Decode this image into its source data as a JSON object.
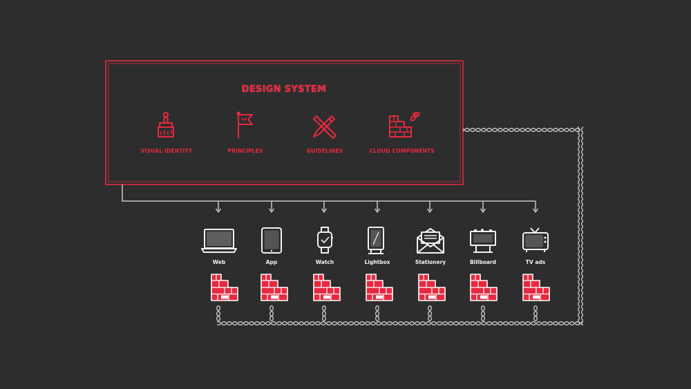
{
  "design_system": {
    "title": "DESIGN SYSTEM",
    "pillars": [
      {
        "label": "VISUAL IDENTITY",
        "icon": "paint-brush-icon"
      },
      {
        "label": "PRINCIPLES",
        "icon": "flag-icon"
      },
      {
        "label": "GUIDELINES",
        "icon": "pencil-ruler-icon"
      },
      {
        "label": "CLOUD COMPONENTS",
        "icon": "brick-wall-link-icon"
      }
    ]
  },
  "channels": [
    {
      "label": "Web",
      "icon": "laptop-icon"
    },
    {
      "label": "App",
      "icon": "tablet-icon"
    },
    {
      "label": "Watch",
      "icon": "smartwatch-icon"
    },
    {
      "label": "Lightbox",
      "icon": "lightbox-icon"
    },
    {
      "label": "Stationery",
      "icon": "envelope-icon"
    },
    {
      "label": "Billboard",
      "icon": "billboard-icon"
    },
    {
      "label": "TV ads",
      "icon": "tv-icon"
    }
  ],
  "colors": {
    "background": "#2d2d2d",
    "accent": "#e8293f",
    "line": "#c8c8c8",
    "chain": "#d0d0d0"
  }
}
